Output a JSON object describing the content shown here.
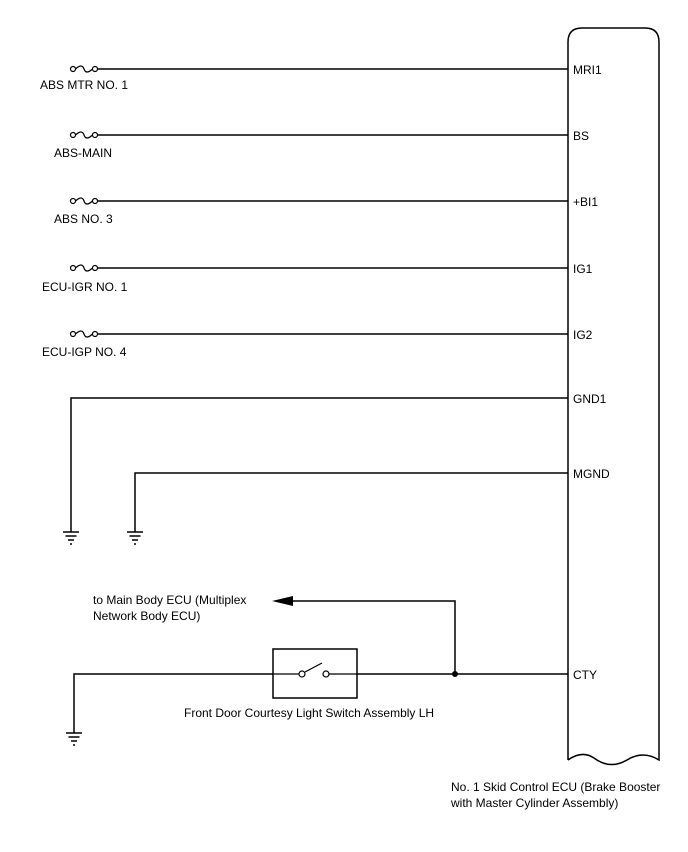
{
  "ecu": {
    "title_line1": "No. 1 Skid Control ECU (Brake Booster",
    "title_line2": "with Master Cylinder Assembly)",
    "pins": [
      "MRI1",
      "BS",
      "+BI1",
      "IG1",
      "IG2",
      "GND1",
      "MGND",
      "CTY"
    ]
  },
  "fuses": [
    "ABS MTR NO. 1",
    "ABS-MAIN",
    "ABS NO. 3",
    "ECU-IGR NO. 1",
    "ECU-IGP NO. 4"
  ],
  "switch": {
    "label": "Front Door Courtesy Light Switch Assembly LH"
  },
  "output": {
    "line1": "to Main Body ECU (Multiplex",
    "line2": "Network Body ECU)"
  }
}
